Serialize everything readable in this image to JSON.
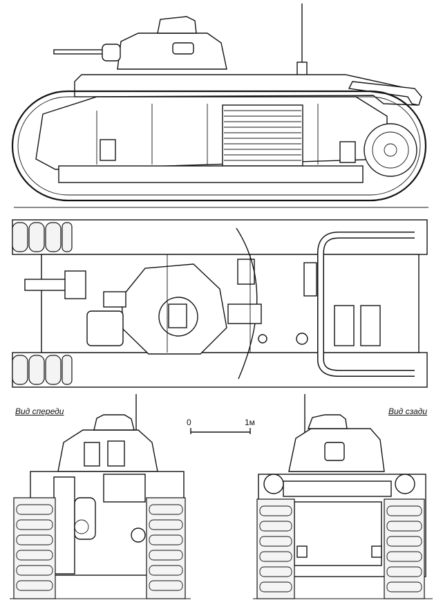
{
  "labels": {
    "front_view": "Вид спереди",
    "rear_view": "Вид сзади"
  },
  "scale_bar": {
    "start": "0",
    "end": "1м"
  }
}
